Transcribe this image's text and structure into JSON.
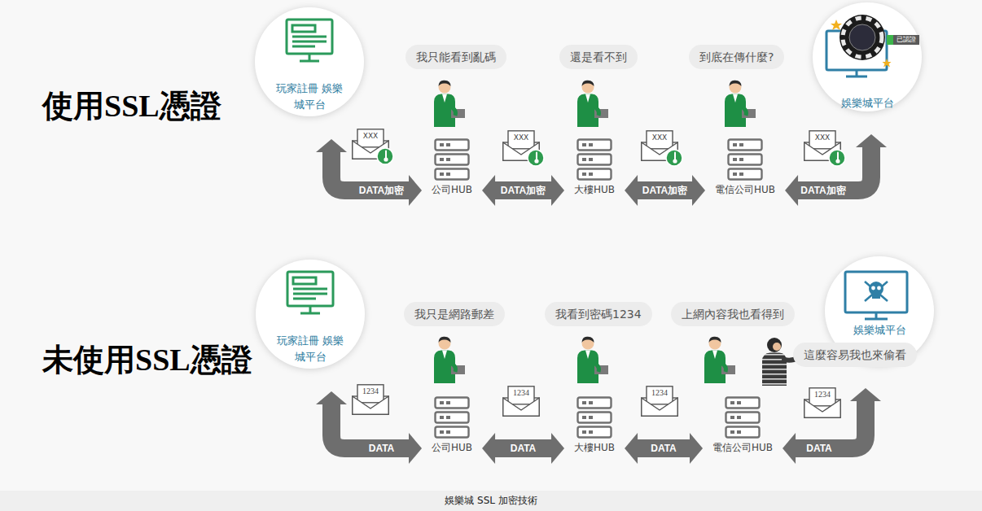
{
  "diagram": {
    "caption": "娛樂城 SSL 加密技術",
    "nodes": [
      {
        "text": [
          "玩家註冊 娛樂城平台"
        ]
      },
      {
        "text": [
          "我只能看到亂碼"
        ]
      },
      {
        "text": [
          "還是看不到"
        ]
      },
      {
        "text": [
          "到底在傳什麼?"
        ]
      },
      {
        "text": [
          "娛樂城平台"
        ]
      },
      {
        "text": [
          "XXX"
        ]
      },
      {
        "text": [
          "公司HUB"
        ]
      },
      {
        "text": [
          "XXX"
        ]
      },
      {
        "text": [
          "大樓HUB"
        ]
      },
      {
        "text": [
          "XXX"
        ]
      },
      {
        "text": [
          "電信公司HUB"
        ]
      },
      {
        "text": [
          "XXX"
        ]
      },
      {
        "text": [
          "玩家註冊 娛樂城平台"
        ]
      },
      {
        "text": [
          "我只是網路郵差"
        ]
      },
      {
        "text": [
          "我看到密碼1234"
        ]
      },
      {
        "text": [
          "上網內容我也看得到"
        ]
      },
      {
        "text": [
          "娛樂城平台"
        ]
      },
      {
        "text": [
          "這麼容易我也來偷看"
        ]
      },
      {
        "text": [
          "1234"
        ]
      },
      {
        "text": [
          "公司HUB"
        ]
      },
      {
        "text": [
          "1234"
        ]
      },
      {
        "text": [
          "大樓HUB"
        ]
      },
      {
        "text": [
          "1234"
        ]
      },
      {
        "text": [
          "電信公司HUB"
        ]
      },
      {
        "text": [
          "1234"
        ]
      }
    ],
    "edges": [
      {
        "from": 0,
        "to": 6,
        "label": "DATA加密",
        "arrow": "both"
      },
      {
        "from": 6,
        "to": 8,
        "label": "DATA加密",
        "arrow": "both"
      },
      {
        "from": 8,
        "to": 10,
        "label": "DATA加密",
        "arrow": "both"
      },
      {
        "from": 10,
        "to": 4,
        "label": "DATA加密",
        "arrow": "both"
      },
      {
        "from": 12,
        "to": 19,
        "label": "DATA",
        "arrow": "both"
      },
      {
        "from": 19,
        "to": 21,
        "label": "DATA",
        "arrow": "both"
      },
      {
        "from": 21,
        "to": 23,
        "label": "DATA",
        "arrow": "both"
      },
      {
        "from": 23,
        "to": 16,
        "label": "DATA",
        "arrow": "both"
      }
    ],
    "labels": [
      "使用SSL憑證",
      "未使用SSL憑證",
      "已認證"
    ]
  }
}
